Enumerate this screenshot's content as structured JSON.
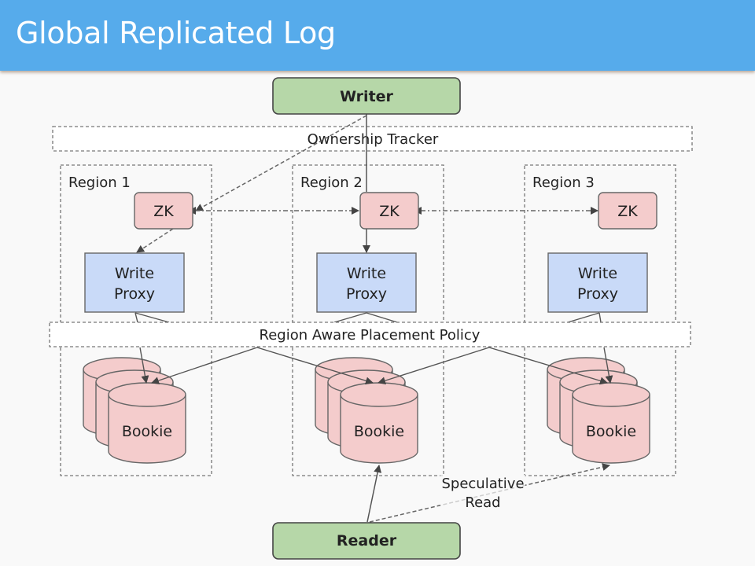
{
  "header": {
    "title": "Global Replicated Log"
  },
  "colors": {
    "header_bg": "#56abeb",
    "client_fill": "#b6d7a8",
    "zk_fill": "#f4cccc",
    "proxy_fill": "#c9daf8",
    "bookie_fill": "#f4cccc",
    "stroke": "#555555"
  },
  "diagram": {
    "writer": {
      "label": "Writer"
    },
    "reader": {
      "label": "Reader"
    },
    "ownership_tracker": {
      "label": "Ownership Tracker"
    },
    "placement_policy": {
      "label": "Region Aware Placement Policy"
    },
    "regions": [
      {
        "label": "Region 1",
        "zk": "ZK",
        "proxy_line1": "Write",
        "proxy_line2": "Proxy",
        "bookie": "Bookie"
      },
      {
        "label": "Region 2",
        "zk": "ZK",
        "proxy_line1": "Write",
        "proxy_line2": "Proxy",
        "bookie": "Bookie"
      },
      {
        "label": "Region 3",
        "zk": "ZK",
        "proxy_line1": "Write",
        "proxy_line2": "Proxy",
        "bookie": "Bookie"
      }
    ],
    "speculative_read": {
      "line1": "Speculative",
      "line2": "Read"
    }
  }
}
